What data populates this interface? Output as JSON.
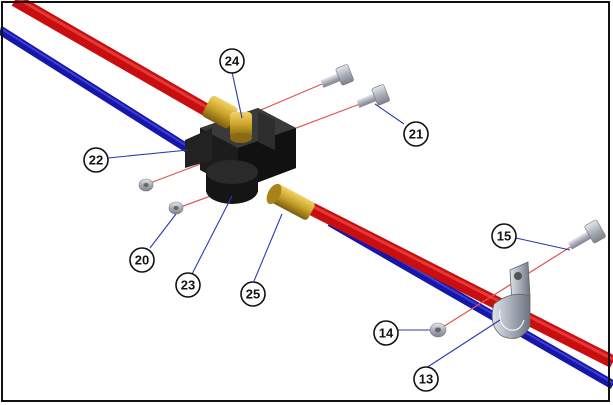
{
  "figure": {
    "type": "exploded-parts-diagram",
    "callouts": [
      {
        "id": "c24",
        "label": "24"
      },
      {
        "id": "c21",
        "label": "21"
      },
      {
        "id": "c22",
        "label": "22"
      },
      {
        "id": "c20",
        "label": "20"
      },
      {
        "id": "c23",
        "label": "23"
      },
      {
        "id": "c25",
        "label": "25"
      },
      {
        "id": "c15",
        "label": "15"
      },
      {
        "id": "c14",
        "label": "14"
      },
      {
        "id": "c13",
        "label": "13"
      }
    ]
  },
  "colors": {
    "hose_red": "#e01a1a",
    "hose_blue": "#2323c8",
    "block_black": "#1c1c1c",
    "brass": "#c9a227",
    "metal": "#b9bec8",
    "leader_blue": "#2a3bb0",
    "axis_red": "#e05555"
  }
}
